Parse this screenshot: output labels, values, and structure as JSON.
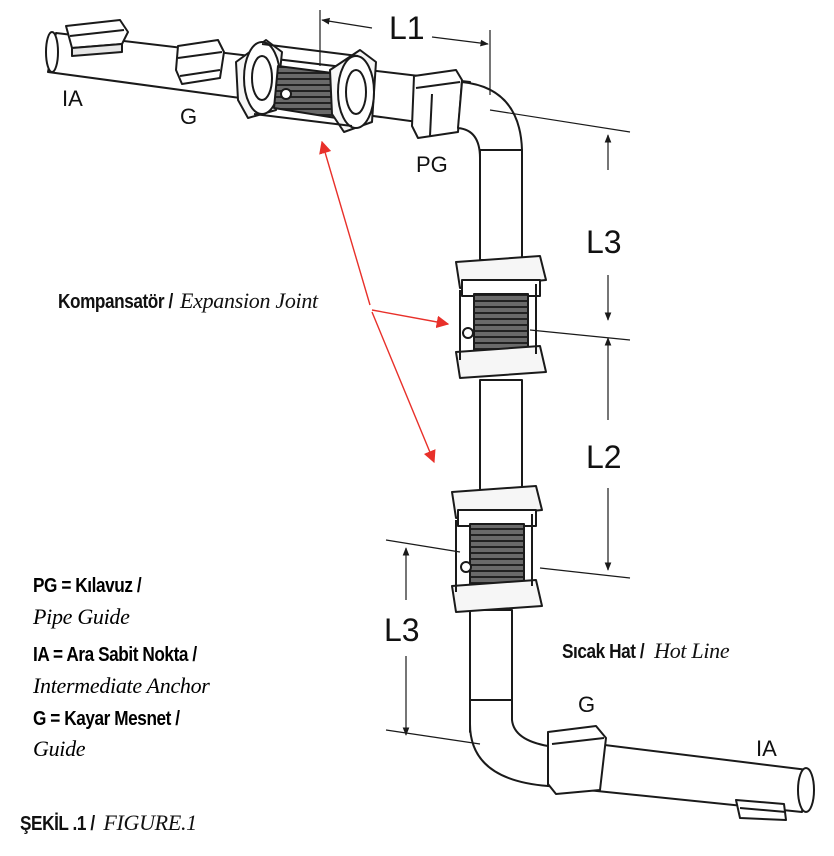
{
  "dimensions": {
    "l1": "L1",
    "l2": "L2",
    "l3_upper": "L3",
    "l3_lower": "L3"
  },
  "tags": {
    "ia_top": "IA",
    "g_top": "G",
    "pg": "PG",
    "g_bottom": "G",
    "ia_bottom": "IA"
  },
  "callout": {
    "term": "Kompansatör /",
    "translation": "Expansion Joint"
  },
  "hot_line": {
    "term": "Sıcak Hat /",
    "translation": "Hot Line"
  },
  "legend": [
    {
      "term": "PG = Kılavuz /",
      "translation": "Pipe Guide"
    },
    {
      "term": "IA = Ara Sabit Nokta /",
      "translation": "Intermediate Anchor"
    },
    {
      "term": "G = Kayar Mesnet /",
      "translation": "Guide"
    }
  ],
  "figure": {
    "term": "ŞEKİL .1 /",
    "translation": "FIGURE.1"
  },
  "colors": {
    "line": "#1a1a1a",
    "callout_arrow": "#e8302a",
    "pipe_fill": "#ffffff",
    "bellows": "#555555"
  }
}
